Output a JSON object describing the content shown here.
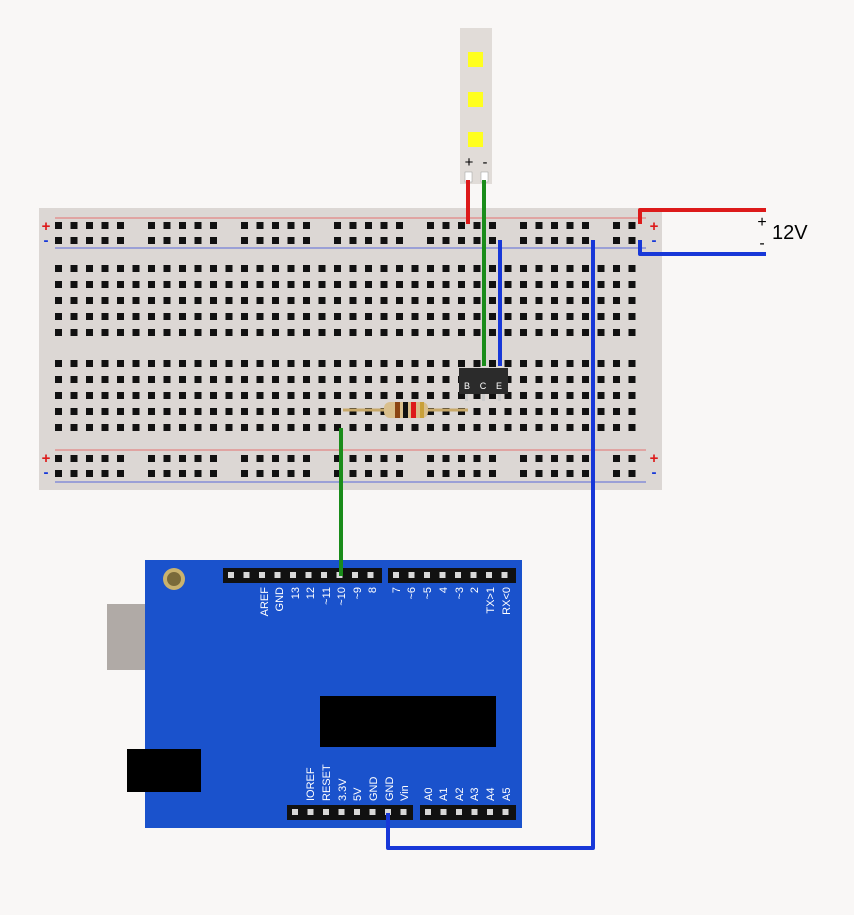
{
  "led_strip": {
    "plus_label": "+",
    "minus_label": "-"
  },
  "breadboard": {
    "plus_label": "+",
    "minus_label": "-"
  },
  "power_supply": {
    "label": "12V",
    "plus_label": "+",
    "minus_label": "-"
  },
  "transistor": {
    "pins": [
      "B",
      "C",
      "E"
    ]
  },
  "arduino": {
    "top_pins": [
      "AREF",
      "GND",
      "13",
      "12",
      "~11",
      "~10",
      "~9",
      "8",
      "7",
      "~6",
      "~5",
      "4",
      "~3",
      "2",
      "TX>1",
      "RX<0"
    ],
    "power_pins": [
      "IOREF",
      "RESET",
      "3.3V",
      "5V",
      "GND",
      "GND",
      "Vin"
    ],
    "analog_pins": [
      "A0",
      "A1",
      "A2",
      "A3",
      "A4",
      "A5"
    ]
  },
  "colors": {
    "wire_red": "#dd1a1a",
    "wire_blue": "#1838d8",
    "wire_green": "#1a8c1a",
    "board_blue": "#1a52cc",
    "breadboard": "#dcd7d4",
    "led_yellow": "#ffff1e"
  }
}
